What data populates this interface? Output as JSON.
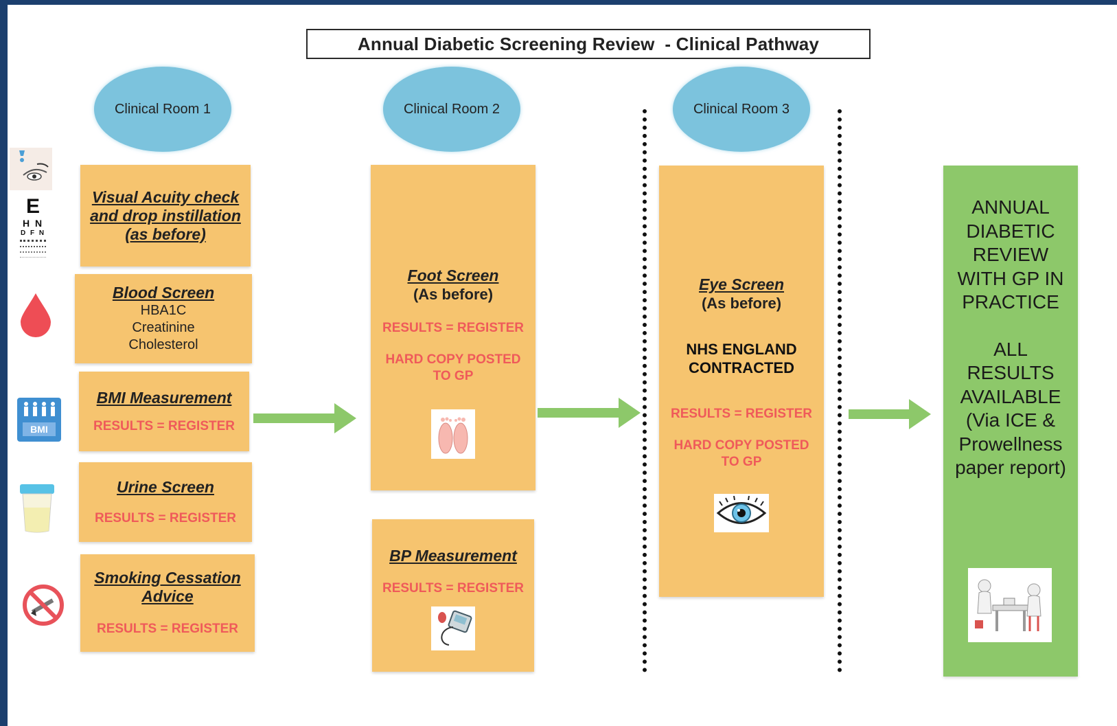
{
  "title": "Annual Diabetic Screening Review  - Clinical Pathway",
  "rooms": [
    "Clinical Room 1",
    "Clinical Room 2",
    "Clinical Room 3"
  ],
  "column1": {
    "visual": {
      "line1": "Visual Acuity check",
      "line2": "and drop instillation",
      "line3": "(as before)"
    },
    "blood": {
      "heading": "Blood Screen",
      "tests": [
        "HBA1C",
        "Creatinine",
        "Cholesterol"
      ]
    },
    "bmi": {
      "heading": "BMI Measurement",
      "result": "RESULTS = REGISTER"
    },
    "urine": {
      "heading": "Urine Screen",
      "result": "RESULTS = REGISTER"
    },
    "smoking": {
      "line1": "Smoking Cessation",
      "line2": "Advice",
      "result": "RESULTS = REGISTER"
    }
  },
  "column2": {
    "foot": {
      "heading": "Foot Screen",
      "sub": "(As before)",
      "result": "RESULTS = REGISTER",
      "posted1": "HARD COPY POSTED",
      "posted2": "TO GP"
    },
    "bp": {
      "heading": "BP Measurement",
      "result": "RESULTS = REGISTER"
    }
  },
  "column3": {
    "eye": {
      "heading": "Eye Screen",
      "sub": "(As before)",
      "contract1": "NHS ENGLAND",
      "contract2": "CONTRACTED",
      "result": "RESULTS = REGISTER",
      "posted1": "HARD COPY POSTED",
      "posted2": "TO GP"
    }
  },
  "final": {
    "lines": [
      "ANNUAL",
      "DIABETIC",
      "REVIEW",
      "WITH GP IN",
      "PRACTICE",
      "",
      "ALL",
      "RESULTS",
      "AVAILABLE",
      "(Via ICE &",
      "Prowellness",
      "paper report)"
    ]
  },
  "sidebar_icons": {
    "eye_chart_big_letter": "E",
    "eye_chart_row2": "H N",
    "eye_chart_row3": "D F N",
    "bmi_label": "BMI"
  },
  "colors": {
    "background": "#1c3f6e",
    "room_oval": "#7cc3dd",
    "box_fill": "#f6c46f",
    "result_text": "#ef5a5a",
    "final_column": "#8dc86a",
    "arrow": "#8dc86a"
  },
  "icons": [
    "eye-drop-icon",
    "eye-chart-icon",
    "blood-drop-icon",
    "bmi-icon",
    "urine-sample-icon",
    "no-smoking-icon",
    "feet-icon",
    "bp-monitor-icon",
    "eye-icon",
    "gp-consultation-icon",
    "arrow-right-icon"
  ]
}
